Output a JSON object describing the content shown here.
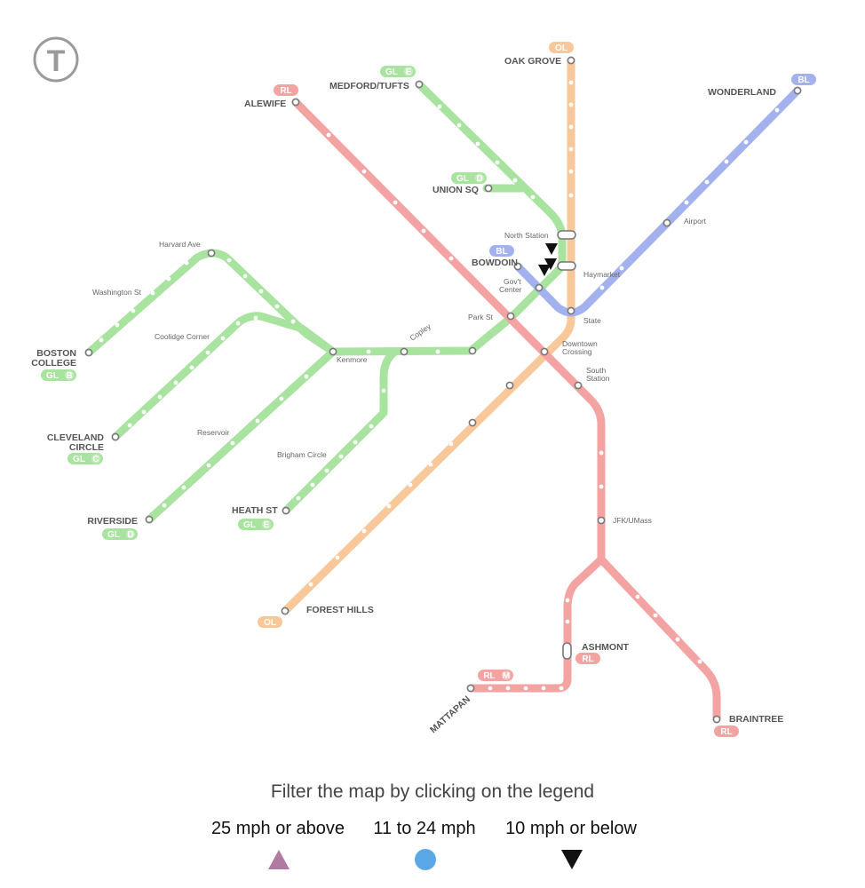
{
  "logo": {
    "glyph": "T"
  },
  "colors": {
    "red": "#f4a3a3",
    "orange": "#f9c89a",
    "green": "#a9e3a0",
    "blue": "#a3b2ee",
    "fast": "#b07aa1",
    "medium": "#5aa9e6",
    "slow": "#111111"
  },
  "terminals": {
    "alewife": "ALEWIFE",
    "oak_grove": "OAK GROVE",
    "medford": "MEDFORD/TUFTS",
    "wonderland": "WONDERLAND",
    "union_sq": "UNION SQ",
    "bowdoin": "BOWDOIN",
    "boston_college_1": "BOSTON",
    "boston_college_2": "COLLEGE",
    "cleveland_1": "CLEVELAND",
    "cleveland_2": "CIRCLE",
    "riverside": "RIVERSIDE",
    "heath": "HEATH ST",
    "forest_hills": "FOREST HILLS",
    "ashmont": "ASHMONT",
    "mattapan": "MATTAPAN",
    "braintree": "BRAINTREE"
  },
  "stations": {
    "north_station": "North Station",
    "haymarket": "Haymarket",
    "gov_center_1": "Gov't",
    "gov_center_2": "Center",
    "park_st": "Park St",
    "state": "State",
    "downtown_1": "Downtown",
    "downtown_2": "Crossing",
    "south_1": "South",
    "south_2": "Station",
    "airport": "Airport",
    "jfk": "JFK/UMass",
    "kenmore": "Kenmore",
    "copley": "Copley",
    "harvard_ave": "Harvard Ave",
    "washington_st": "Washington St",
    "coolidge": "Coolidge Corner",
    "reservoir": "Reservoir",
    "brigham": "Brigham Circle"
  },
  "badges": {
    "rl": "RL",
    "ol": "OL",
    "bl": "BL",
    "gl": "GL",
    "e": "E",
    "d": "D",
    "b": "B",
    "c": "C",
    "m": "M"
  },
  "legend": {
    "title": "Filter the map by clicking on the legend",
    "items": [
      {
        "label": "25 mph or above",
        "symbol": "triangle-up-icon"
      },
      {
        "label": "11 to 24 mph",
        "symbol": "circle-icon"
      },
      {
        "label": "10 mph or below",
        "symbol": "triangle-down-icon"
      }
    ]
  }
}
